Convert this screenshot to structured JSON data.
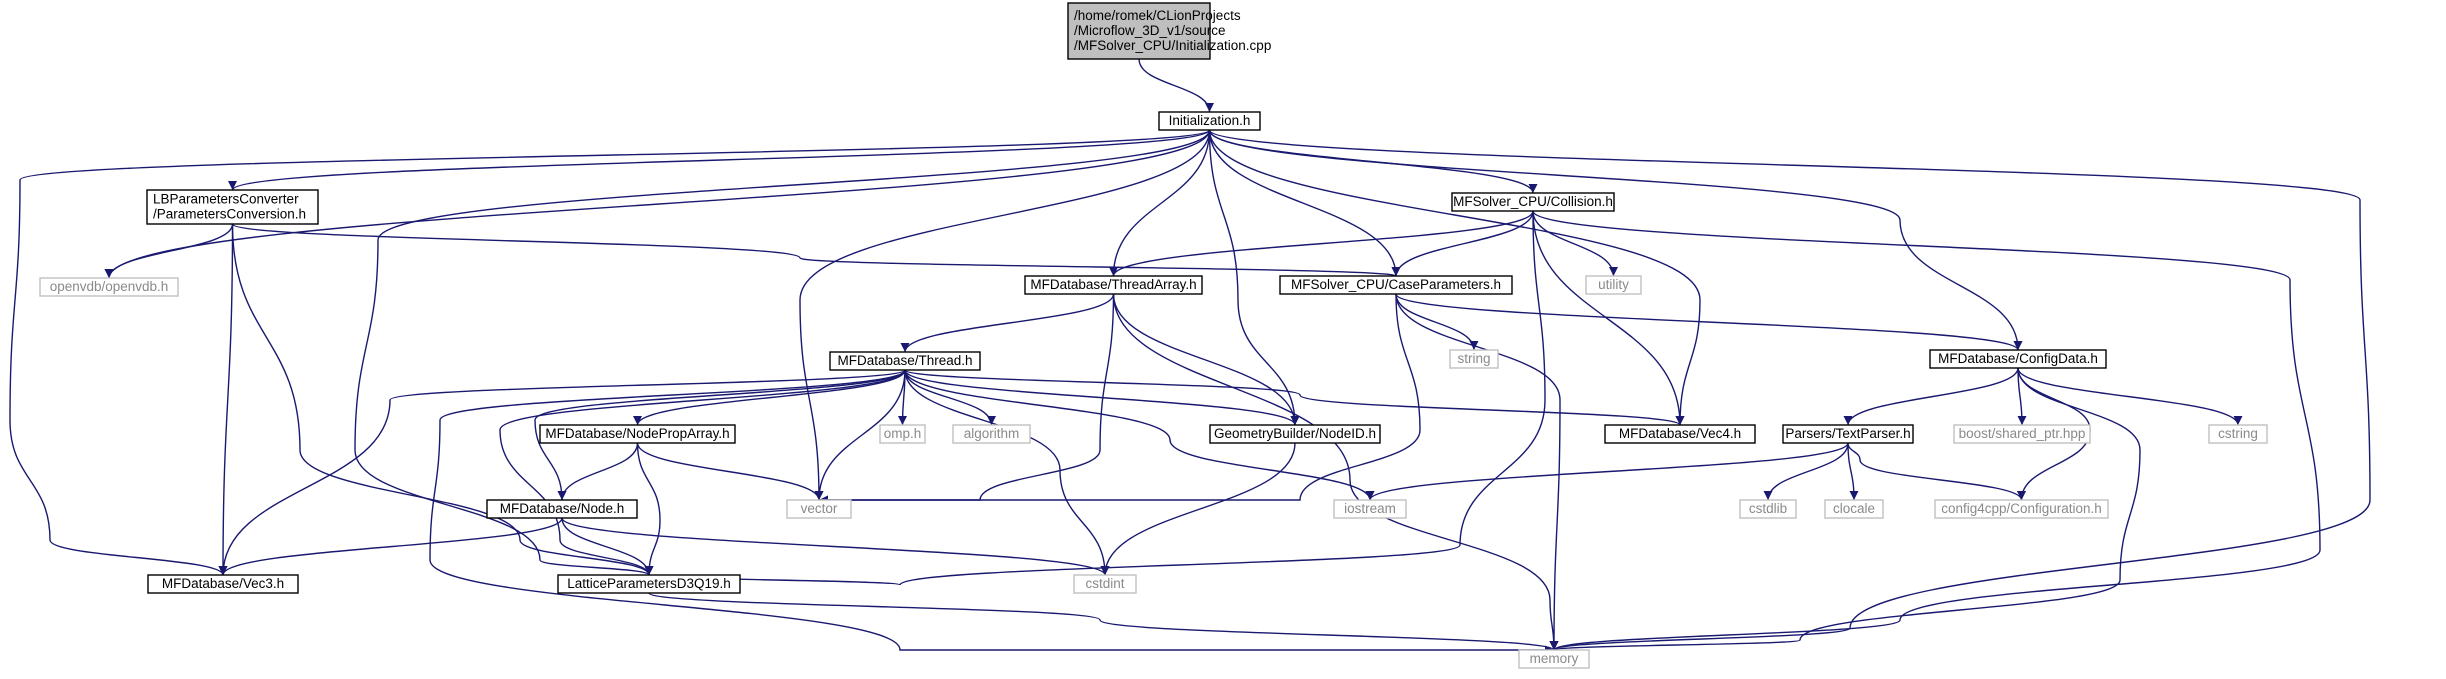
{
  "colors": {
    "edge": "#191970",
    "root_fill": "#bfbfbf",
    "root_border": "#000000",
    "project_border": "#000000",
    "external_border": "#c0c0c0",
    "external_text": "#8a8a8a",
    "box_fill": "#ffffff"
  },
  "nodes": [
    {
      "id": "root",
      "lines": [
        "/home/romek/CLionProjects",
        "/Microflow_3D_v1/source",
        "/MFSolver_CPU/Initialization.cpp"
      ],
      "kind": "root"
    },
    {
      "id": "init",
      "lines": [
        "Initialization.h"
      ],
      "kind": "project"
    },
    {
      "id": "lbparams",
      "lines": [
        "LBParametersConverter",
        "/ParametersConversion.h"
      ],
      "kind": "project"
    },
    {
      "id": "openvdb",
      "lines": [
        "openvdb/openvdb.h"
      ],
      "kind": "external"
    },
    {
      "id": "collision",
      "lines": [
        "MFSolver_CPU/Collision.h"
      ],
      "kind": "project"
    },
    {
      "id": "utility",
      "lines": [
        "utility"
      ],
      "kind": "external"
    },
    {
      "id": "threadarray",
      "lines": [
        "MFDatabase/ThreadArray.h"
      ],
      "kind": "project"
    },
    {
      "id": "caseparams",
      "lines": [
        "MFSolver_CPU/CaseParameters.h"
      ],
      "kind": "project"
    },
    {
      "id": "string",
      "lines": [
        "string"
      ],
      "kind": "external"
    },
    {
      "id": "configdata",
      "lines": [
        "MFDatabase/ConfigData.h"
      ],
      "kind": "project"
    },
    {
      "id": "thread",
      "lines": [
        "MFDatabase/Thread.h"
      ],
      "kind": "project"
    },
    {
      "id": "omp",
      "lines": [
        "omp.h"
      ],
      "kind": "external"
    },
    {
      "id": "algorithm",
      "lines": [
        "algorithm"
      ],
      "kind": "external"
    },
    {
      "id": "nodeid",
      "lines": [
        "GeometryBuilder/NodeID.h"
      ],
      "kind": "project"
    },
    {
      "id": "vec4",
      "lines": [
        "MFDatabase/Vec4.h"
      ],
      "kind": "project"
    },
    {
      "id": "textparser",
      "lines": [
        "Parsers/TextParser.h"
      ],
      "kind": "project"
    },
    {
      "id": "sharedptr",
      "lines": [
        "boost/shared_ptr.hpp"
      ],
      "kind": "external"
    },
    {
      "id": "cstring",
      "lines": [
        "cstring"
      ],
      "kind": "external"
    },
    {
      "id": "nodeproparray",
      "lines": [
        "MFDatabase/NodePropArray.h"
      ],
      "kind": "project"
    },
    {
      "id": "vector",
      "lines": [
        "vector"
      ],
      "kind": "external"
    },
    {
      "id": "iostream",
      "lines": [
        "iostream"
      ],
      "kind": "external"
    },
    {
      "id": "cstdlib",
      "lines": [
        "cstdlib"
      ],
      "kind": "external"
    },
    {
      "id": "clocale",
      "lines": [
        "clocale"
      ],
      "kind": "external"
    },
    {
      "id": "configuration",
      "lines": [
        "config4cpp/Configuration.h"
      ],
      "kind": "external"
    },
    {
      "id": "node",
      "lines": [
        "MFDatabase/Node.h"
      ],
      "kind": "project"
    },
    {
      "id": "vec3",
      "lines": [
        "MFDatabase/Vec3.h"
      ],
      "kind": "project"
    },
    {
      "id": "lattice",
      "lines": [
        "LatticeParametersD3Q19.h"
      ],
      "kind": "project"
    },
    {
      "id": "cstdint",
      "lines": [
        "cstdint"
      ],
      "kind": "external"
    },
    {
      "id": "memory",
      "lines": [
        "memory"
      ],
      "kind": "external"
    }
  ],
  "edges": [
    [
      "root",
      "init"
    ],
    [
      "init",
      "lbparams"
    ],
    [
      "init",
      "openvdb"
    ],
    [
      "init",
      "vec3"
    ],
    [
      "init",
      "lattice"
    ],
    [
      "init",
      "vector"
    ],
    [
      "init",
      "threadarray"
    ],
    [
      "init",
      "nodeid"
    ],
    [
      "init",
      "caseparams"
    ],
    [
      "init",
      "collision"
    ],
    [
      "init",
      "vec4"
    ],
    [
      "init",
      "configdata"
    ],
    [
      "init",
      "memory"
    ],
    [
      "lbparams",
      "openvdb"
    ],
    [
      "lbparams",
      "vec3"
    ],
    [
      "lbparams",
      "lattice"
    ],
    [
      "lbparams",
      "caseparams"
    ],
    [
      "collision",
      "threadarray"
    ],
    [
      "collision",
      "caseparams"
    ],
    [
      "collision",
      "utility"
    ],
    [
      "collision",
      "vec4"
    ],
    [
      "collision",
      "lattice"
    ],
    [
      "collision",
      "memory"
    ],
    [
      "threadarray",
      "thread"
    ],
    [
      "threadarray",
      "vector"
    ],
    [
      "threadarray",
      "nodeid"
    ],
    [
      "threadarray",
      "memory"
    ],
    [
      "caseparams",
      "string"
    ],
    [
      "caseparams",
      "configdata"
    ],
    [
      "caseparams",
      "vector"
    ],
    [
      "caseparams",
      "memory"
    ],
    [
      "configdata",
      "textparser"
    ],
    [
      "configdata",
      "sharedptr"
    ],
    [
      "configdata",
      "cstring"
    ],
    [
      "configdata",
      "configuration"
    ],
    [
      "configdata",
      "memory"
    ],
    [
      "thread",
      "nodeproparray"
    ],
    [
      "thread",
      "node"
    ],
    [
      "thread",
      "vec3"
    ],
    [
      "thread",
      "lattice"
    ],
    [
      "thread",
      "memory"
    ],
    [
      "thread",
      "vector"
    ],
    [
      "thread",
      "omp"
    ],
    [
      "thread",
      "algorithm"
    ],
    [
      "thread",
      "nodeid"
    ],
    [
      "thread",
      "iostream"
    ],
    [
      "thread",
      "cstdint"
    ],
    [
      "thread",
      "vec4"
    ],
    [
      "textparser",
      "iostream"
    ],
    [
      "textparser",
      "cstdlib"
    ],
    [
      "textparser",
      "clocale"
    ],
    [
      "textparser",
      "configuration"
    ],
    [
      "nodeproparray",
      "node"
    ],
    [
      "nodeproparray",
      "vector"
    ],
    [
      "nodeproparray",
      "lattice"
    ],
    [
      "node",
      "vec3"
    ],
    [
      "node",
      "lattice"
    ],
    [
      "node",
      "cstdint"
    ],
    [
      "nodeid",
      "cstdint"
    ],
    [
      "lattice",
      "memory"
    ]
  ]
}
